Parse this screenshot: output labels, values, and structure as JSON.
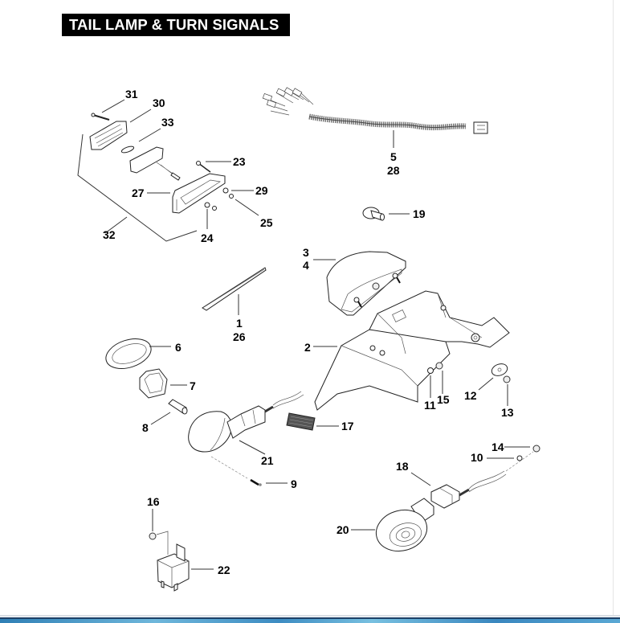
{
  "title": "TAIL LAMP & TURN SIGNALS",
  "callouts": {
    "c31": "31",
    "c30": "30",
    "c33": "33",
    "c23": "23",
    "c27": "27",
    "c29": "29",
    "c25": "25",
    "c24": "24",
    "c32": "32",
    "c5": "5",
    "c28": "28",
    "c19": "19",
    "c3": "3",
    "c4": "4",
    "c1": "1",
    "c26": "26",
    "c2": "2",
    "c6": "6",
    "c7": "7",
    "c8": "8",
    "c11": "11",
    "c15": "15",
    "c12": "12",
    "c13": "13",
    "c17": "17",
    "c21": "21",
    "c9": "9",
    "c14": "14",
    "c10": "10",
    "c18": "18",
    "c16": "16",
    "c20": "20",
    "c22": "22"
  },
  "colors": {
    "title_bg": "#000000",
    "title_fg": "#ffffff",
    "footer_dark": "#1c3f66",
    "footer_accent": "#4a9ccc"
  }
}
